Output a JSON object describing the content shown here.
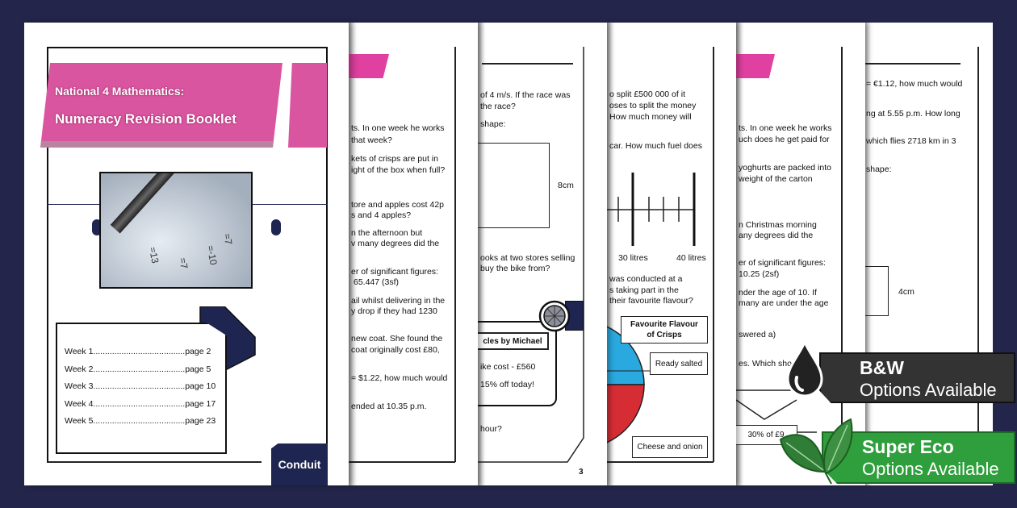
{
  "cover": {
    "subtitle": "National 4 Mathematics:",
    "title": "Numeracy Revision Booklet",
    "toc": [
      {
        "week": "Week 1",
        "page": "page 2"
      },
      {
        "week": "Week 2",
        "page": "page 5"
      },
      {
        "week": "Week 3",
        "page": "page 10"
      },
      {
        "week": "Week 4",
        "page": "page 17"
      },
      {
        "week": "Week 5",
        "page": "page 23"
      }
    ],
    "publisher": "Conduit",
    "photo_text": [
      "=13",
      "=7",
      "=-10",
      "=7"
    ]
  },
  "page1": {
    "lines": [
      "ts. In one week he works",
      "that week?",
      "kets of crisps are put in",
      "ight of the box when full?",
      "tore and apples cost 42p",
      "s and 4 apples?",
      "n the afternoon but",
      "v many degrees did the",
      "er of significant figures:",
      "65.447 (3sf)",
      "ail whilst delivering in the",
      "y drop if they had 1230",
      "new coat. She found the",
      "coat originally cost £80,",
      "= $1.22, how much would",
      "ended at 10.35 p.m."
    ]
  },
  "page2": {
    "lines": [
      "of 4 m/s. If the race was",
      "the race?",
      "shape:",
      "ooks at two stores selling",
      "buy the bike from?",
      "hour?"
    ],
    "rect_label": "8cm",
    "shop_name": "cles by Michael",
    "bike_cost": "ike cost - £560",
    "offer": "15% off today!",
    "page_number": "3"
  },
  "page3": {
    "lines": [
      "o split £500 000 of it",
      "oses to split the money",
      "How much money will",
      "car. How much fuel does",
      "was conducted at a",
      "s taking part in the",
      "their favourite flavour?"
    ],
    "scale_labels": [
      "30 litres",
      "40 litres"
    ],
    "pie_title": "Favourite Flavour of Crisps",
    "pie_labels": [
      "Ready salted",
      "Cheese and onion"
    ],
    "pie_colors": {
      "ready_salted": "#29a9e0",
      "cheese_and_onion": "#d62d35"
    }
  },
  "page4": {
    "lines": [
      "ts. In one week he works",
      "uch does he get paid for",
      "yoghurts are packed into",
      "weight of the carton",
      "n Christmas morning",
      "any degrees did the",
      "er of significant figures:",
      "10.25 (2sf)",
      "nder the age of 10. If",
      "many are under the age",
      "swered a)",
      "es. Which sho"
    ],
    "box_label": "30% of £9"
  },
  "page5": {
    "lines": [
      "= €1.12, how much would",
      "ng at 5.55 p.m. How long",
      "which flies 2718 km in 3",
      "shape:"
    ],
    "rect_label": "4cm"
  },
  "badges": {
    "bw": {
      "title": "B&W",
      "subtitle": "Options Available",
      "icon": "ink-drop-icon",
      "color": "#333333"
    },
    "eco": {
      "title": "Super Eco",
      "subtitle": "Options Available",
      "icon": "leaves-icon",
      "color": "#2f9e3c"
    }
  },
  "colors": {
    "background": "#23264a",
    "accent_pink": "#d9559f",
    "navy": "#1e2550"
  }
}
